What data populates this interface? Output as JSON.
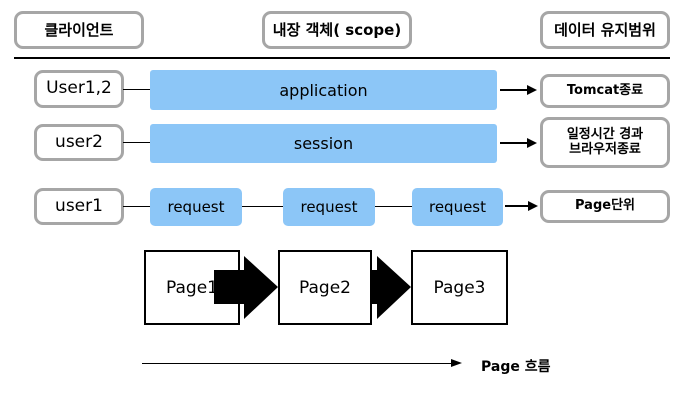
{
  "diagram": {
    "title": "JSP 내장 객체 scope 다이어그램",
    "colors": {
      "scope_bar": "#8cc6f7",
      "box_border": "#a6a6a6",
      "line": "#000000",
      "background": "#ffffff"
    }
  },
  "headers": [
    {
      "label": "클라이언트"
    },
    {
      "label": "내장 객체( scope)"
    },
    {
      "label": "데이터 유지범위"
    }
  ],
  "rows": [
    {
      "client": "User1,2",
      "scope": "application",
      "lifetime": "Tomcat종료"
    },
    {
      "client": "user2",
      "scope": "session",
      "lifetime": "일정시간 경과\n브라우저종료"
    },
    {
      "client": "user1",
      "scope_boxes": [
        "request",
        "request",
        "request"
      ],
      "lifetime": "Page단위"
    }
  ],
  "pages": [
    {
      "label": "Page1"
    },
    {
      "label": "Page2"
    },
    {
      "label": "Page3"
    }
  ],
  "flow": {
    "label": "Page 흐름"
  }
}
